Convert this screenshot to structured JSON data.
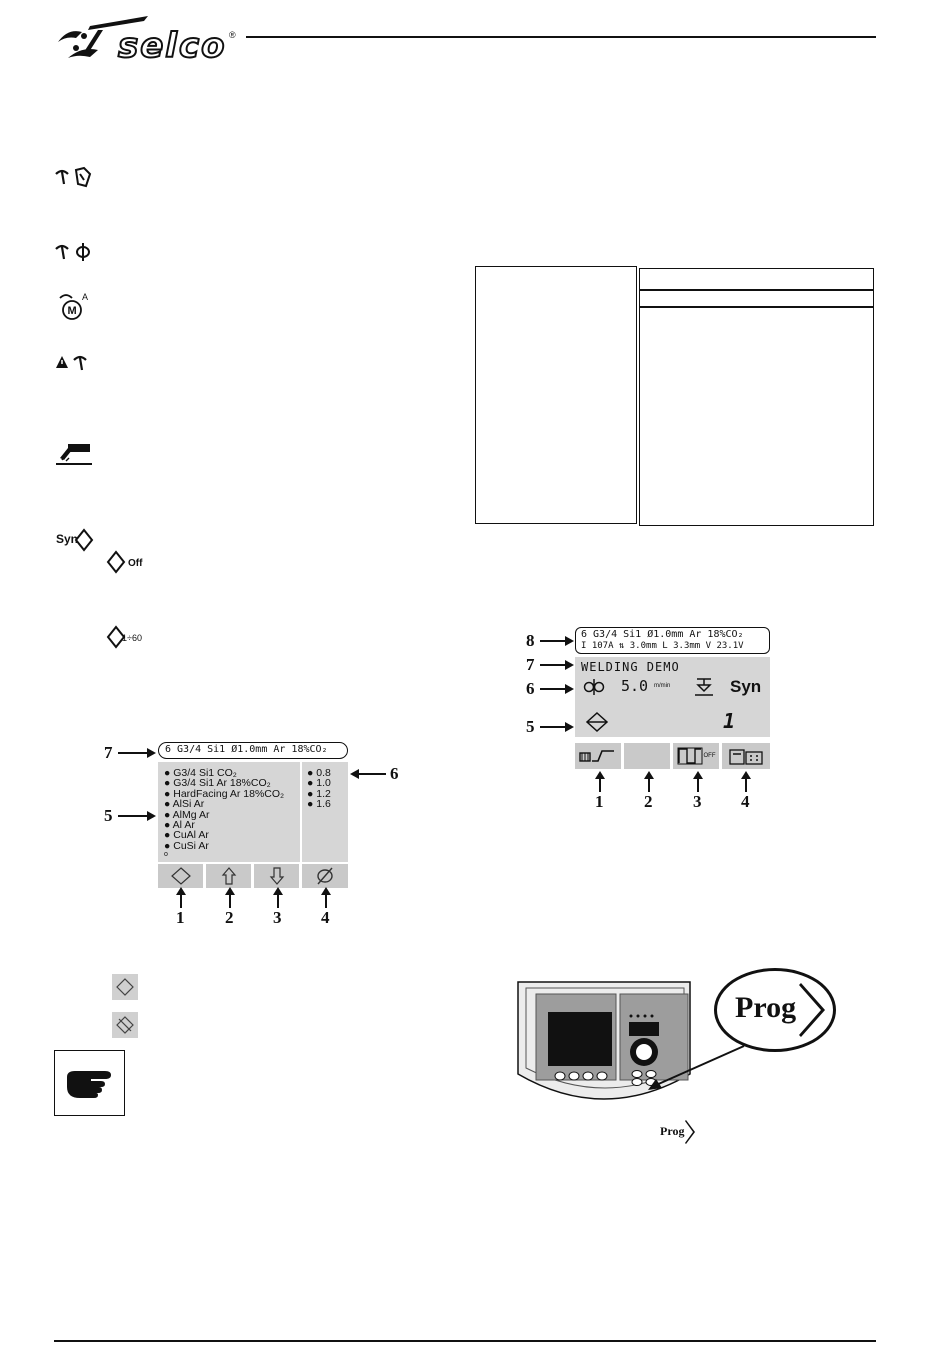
{
  "header": {
    "logo_text": "selco",
    "registered": "®"
  },
  "left_icons": {
    "off_label": "Off",
    "range_label": "1÷60",
    "syn_label": "Syn"
  },
  "display_a": {
    "header": "6 G3/4 Si1  Ø1.0mm  Ar 18%CO₂",
    "materials": [
      "● G3/4 Si1  CO₂",
      "● G3/4 Si1  Ar 18%CO₂",
      "● HardFacing  Ar 18%CO₂",
      "● AlSi  Ar",
      "● AlMg  Ar",
      "● Al  Ar",
      "● CuAl  Ar",
      "● CuSi  Ar"
    ],
    "footnote": "o",
    "diameters": [
      "● 0.8",
      "● 1.0",
      "● 1.2",
      "● 1.6"
    ],
    "callouts": {
      "c7": "7",
      "c5": "5",
      "c6": "6"
    },
    "keys": [
      "1",
      "2",
      "3",
      "4"
    ]
  },
  "display_b": {
    "header_line1": "6 G3/4 Si1  Ø1.0mm  Ar 18%CO₂",
    "header_line2": "I 107A  ⇅ 3.0mm  L 3.3mm  V 23.1V",
    "title": "WELDING DEMO",
    "speed": "5.0",
    "speed_unit": "m/min",
    "syn": "Syn",
    "program_no": "1",
    "callouts": {
      "c8": "8",
      "c7": "7",
      "c6": "6",
      "c5": "5"
    },
    "keys": [
      "1",
      "2",
      "3",
      "4"
    ],
    "key3_suffix": "OFF"
  },
  "panel": {
    "prog_label": "Prog"
  }
}
